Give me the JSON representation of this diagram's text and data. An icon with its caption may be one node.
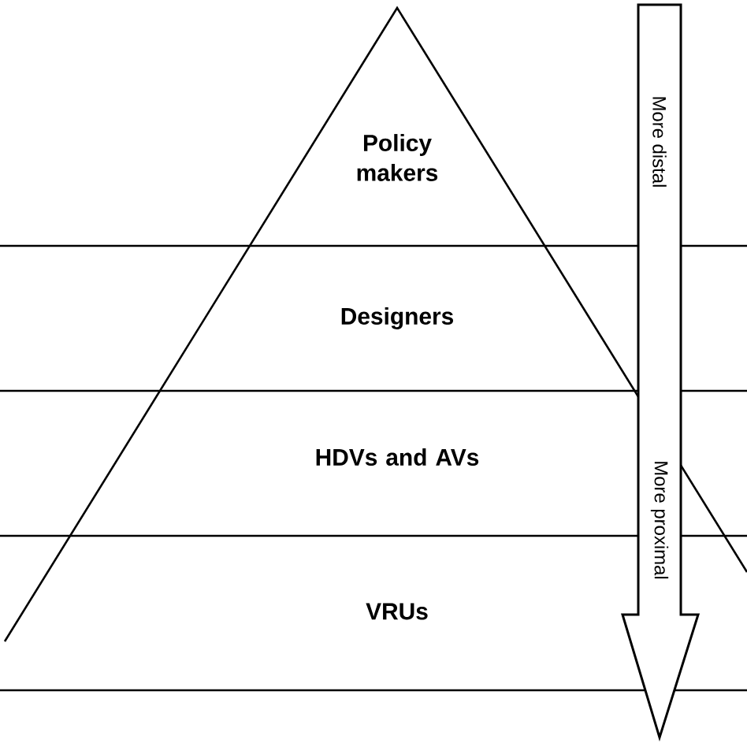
{
  "diagram": {
    "nodes": [
      {
        "text": [
          "Policy makers"
        ]
      },
      {
        "text": [
          "Designers"
        ]
      },
      {
        "text": [
          "HDVs and AVs"
        ]
      },
      {
        "text": [
          "VRUs"
        ]
      },
      {
        "text": [
          "More distal",
          "More proximal"
        ]
      }
    ]
  }
}
